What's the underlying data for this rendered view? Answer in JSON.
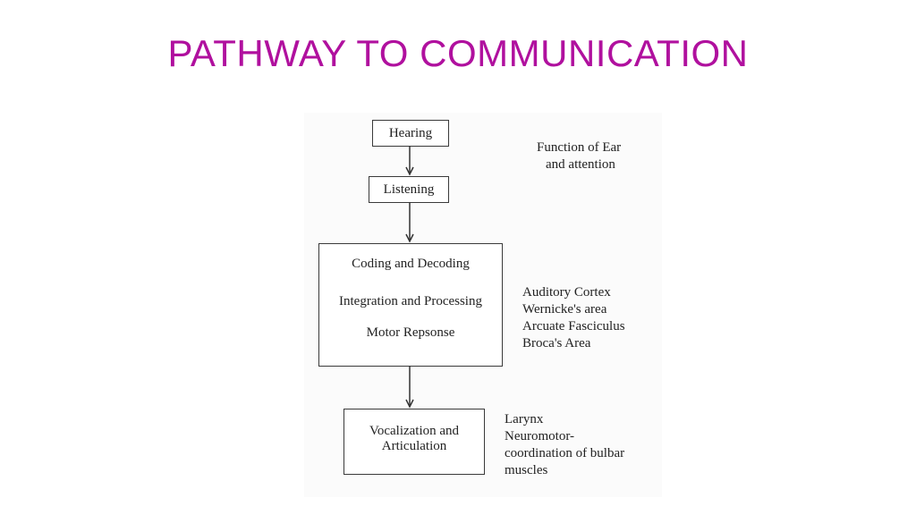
{
  "title": "PATHWAY TO COMMUNICATION",
  "accent_color": "#b0109e",
  "diagram": {
    "box_hearing": "Hearing",
    "box_listening": "Listening",
    "processing_box": [
      "Coding and Decoding",
      "Integration and Processing",
      "Motor Repsonse"
    ],
    "output_box": [
      "Vocalization and",
      "Articulation"
    ],
    "note_ear": [
      "Function of Ear",
      "and attention"
    ],
    "note_brain": [
      "Auditory Cortex",
      "Wernicke's area",
      "Arcuate Fasciculus",
      "Broca's Area"
    ],
    "note_larynx": [
      "Larynx",
      "Neuromotor-",
      "coordination of bulbar",
      "muscles"
    ]
  }
}
